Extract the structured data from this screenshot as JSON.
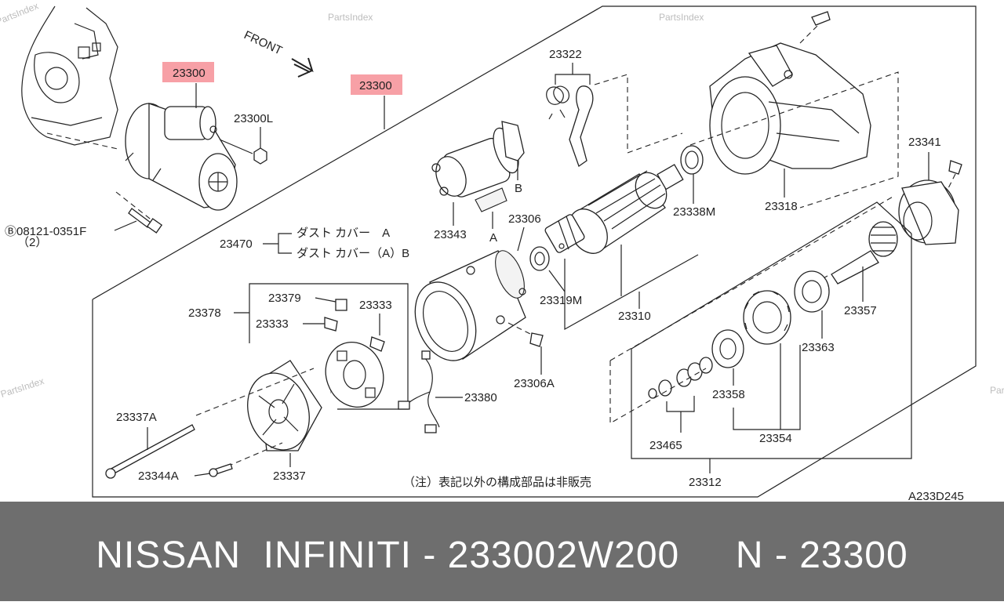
{
  "watermark": "PartsIndex",
  "front_label": "FRONT",
  "note": "（注）表記以外の構成部品は非販売",
  "code": "A233D245",
  "labels": {
    "p23300_a": "23300",
    "p23300_b": "23300",
    "p23300L": "23300L",
    "bolt": "Ⓑ08121-0351F",
    "bolt_qty": "（2）",
    "p23470": "23470",
    "dust_a": "ダスト カバー　A",
    "dust_ab": "ダスト カバー（A）B",
    "p23322": "23322",
    "p23343": "23343",
    "letter_b": "B",
    "letter_a": "A",
    "p23306": "23306",
    "p23338M": "23338M",
    "p23318": "23318",
    "p23341": "23341",
    "p23319M": "23319M",
    "p23310": "23310",
    "p23357": "23357",
    "p23363": "23363",
    "p23306A": "23306A",
    "p23378": "23378",
    "p23379": "23379",
    "p23333_a": "23333",
    "p23333_b": "23333",
    "p23380": "23380",
    "p23358": "23358",
    "p23354": "23354",
    "p23465": "23465",
    "p23337A": "23337A",
    "p23344A": "23344A",
    "p23337": "23337",
    "p23312": "23312"
  },
  "colors": {
    "highlight": "#f7a0a6",
    "footer_bg": "#6e6e6e",
    "footer_text": "#ffffff"
  },
  "footer": {
    "text": "NISSAN  INFINITI - 233002W200     N - 23300"
  }
}
